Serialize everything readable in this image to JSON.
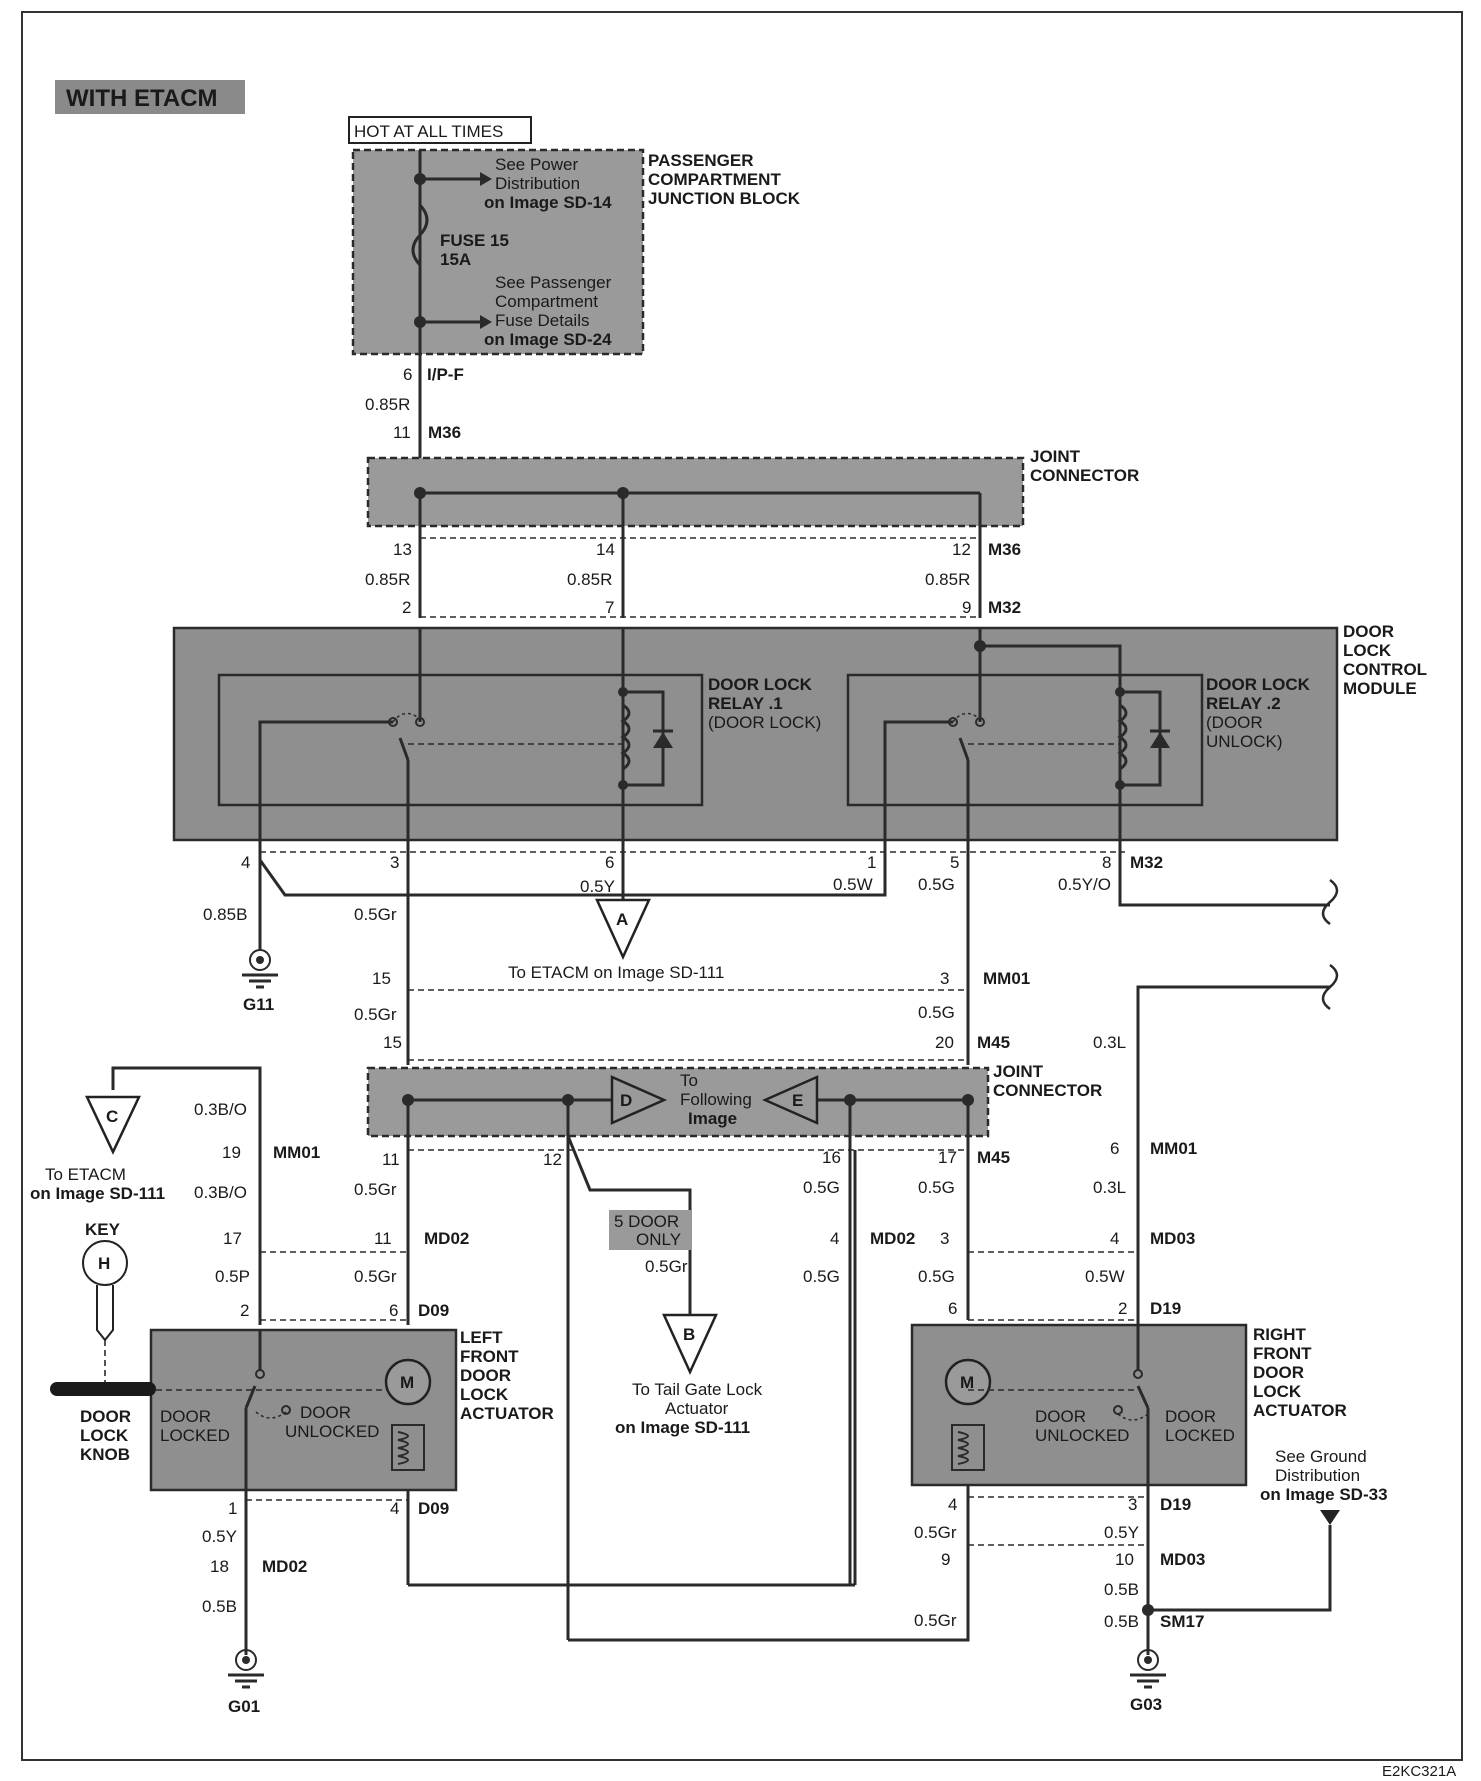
{
  "header": {
    "badge": "WITH ETACM",
    "hot_label": "HOT AT ALL TIMES"
  },
  "junction_block": {
    "name_1": "PASSENGER",
    "name_2": "COMPARTMENT",
    "name_3": "JUNCTION BLOCK",
    "ref1_1": "See Power",
    "ref1_2": "Distribution",
    "ref1_3": "on Image SD-14",
    "fuse_1": "FUSE 15",
    "fuse_2": "15A",
    "ref2_1": "See Passenger",
    "ref2_2": "Compartment",
    "ref2_3": "Fuse Details",
    "ref2_4": "on Image SD-24"
  },
  "joint_connector_top": {
    "name_1": "JOINT",
    "name_2": "CONNECTOR"
  },
  "joint_connector_mid": {
    "name_1": "JOINT",
    "name_2": "CONNECTOR",
    "center_1": "To",
    "center_2": "Following",
    "center_3": "Image"
  },
  "module": {
    "name_1": "DOOR",
    "name_2": "LOCK",
    "name_3": "CONTROL",
    "name_4": "MODULE",
    "relay1_1": "DOOR LOCK",
    "relay1_2": "RELAY .1",
    "relay1_3": "(DOOR LOCK)",
    "relay2_1": "DOOR LOCK",
    "relay2_2": "RELAY .2",
    "relay2_3": "(DOOR",
    "relay2_4": "UNLOCK)"
  },
  "pins": {
    "p6": "6",
    "ipf": "I/P-F",
    "w085r": "0.85R",
    "p11": "11",
    "m36": "M36",
    "p13": "13",
    "p14": "14",
    "p12": "12",
    "m36b": "M36",
    "w085r_a": "0.85R",
    "w085r_b": "0.85R",
    "w085r_c": "0.85R",
    "p2": "2",
    "p7": "7",
    "p9": "9",
    "m32": "M32",
    "p4": "4",
    "p3": "3",
    "p6b": "6",
    "p1": "1",
    "p5": "5",
    "p8": "8",
    "m32b": "M32",
    "w05y": "0.5Y",
    "w05w": "0.5W",
    "w05g": "0.5G",
    "w05yo": "0.5Y/O",
    "w085b": "0.85B",
    "w05gr": "0.5Gr",
    "g11": "G11",
    "p15": "15",
    "w05gr_b": "0.5Gr",
    "p3b": "3",
    "mm01": "MM01",
    "w05g_b": "0.5G",
    "p15b": "15",
    "p20": "20",
    "m45": "M45",
    "w03l": "0.3L",
    "w03bo": "0.3B/O",
    "p19": "19",
    "mm01b": "MM01",
    "w03bo_b": "0.3B/O",
    "p11b": "11",
    "p12b": "12",
    "p16": "16",
    "p17": "17",
    "m45b": "M45",
    "w05gr_c": "0.5Gr",
    "w05g_c": "0.5G",
    "w05g_d": "0.5G",
    "p6c": "6",
    "mm01c": "MM01",
    "w03l_b": "0.3L",
    "p17b": "17",
    "p11c": "11",
    "md02": "MD02",
    "p4b": "4",
    "md02b": "MD02",
    "p3c": "3",
    "p4c": "4",
    "md03": "MD03",
    "w05p": "0.5P",
    "w05gr_d": "0.5Gr",
    "w05g_e": "0.5G",
    "w05g_f": "0.5G",
    "w05w_b": "0.5W",
    "p2b": "2",
    "p6d": "6",
    "d09": "D09",
    "p6e": "6",
    "p2c": "2",
    "d19": "D19",
    "p1b": "1",
    "p4d": "4",
    "d09b": "D09",
    "p4e": "4",
    "p3d": "3",
    "d19b": "D19",
    "w05y_b": "0.5Y",
    "p18": "18",
    "md02c": "MD02",
    "w05b": "0.5B",
    "g01": "G01",
    "w05gr_e": "0.5Gr",
    "p9b": "9",
    "w05y_c": "0.5Y",
    "p10": "10",
    "md03b": "MD03",
    "w05b_b": "0.5B",
    "w05b_c": "0.5B",
    "sm17": "SM17",
    "w05gr_f": "0.5Gr",
    "g03": "G03"
  },
  "refs": {
    "a": "A",
    "b": "B",
    "c": "C",
    "d": "D",
    "e": "E",
    "h": "H",
    "etacm_mid": "To ETACM on Image SD-111",
    "etacm_left_1": "To ETACM",
    "etacm_left_2": "on Image SD-111",
    "key": "KEY",
    "five_door_1": "5 DOOR",
    "five_door_2": "ONLY",
    "tail_1": "To Tail Gate Lock",
    "tail_2": "Actuator",
    "tail_3": "on Image  SD-111",
    "gnd_1": "See Ground",
    "gnd_2": "Distribution",
    "gnd_3": "on Image SD-33"
  },
  "left_actuator": {
    "name_1": "LEFT",
    "name_2": "FRONT",
    "name_3": "DOOR",
    "name_4": "LOCK",
    "name_5": "ACTUATOR",
    "locked_1": "DOOR",
    "locked_2": "LOCKED",
    "unlocked_1": "DOOR",
    "unlocked_2": "UNLOCKED",
    "motor": "M",
    "knob_1": "DOOR",
    "knob_2": "LOCK",
    "knob_3": "KNOB"
  },
  "right_actuator": {
    "name_1": "RIGHT",
    "name_2": "FRONT",
    "name_3": "DOOR",
    "name_4": "LOCK",
    "name_5": "ACTUATOR",
    "unlocked_1": "DOOR",
    "unlocked_2": "UNLOCKED",
    "locked_1": "DOOR",
    "locked_2": "LOCKED",
    "motor": "M"
  },
  "footer": {
    "code": "E2KC321A"
  }
}
